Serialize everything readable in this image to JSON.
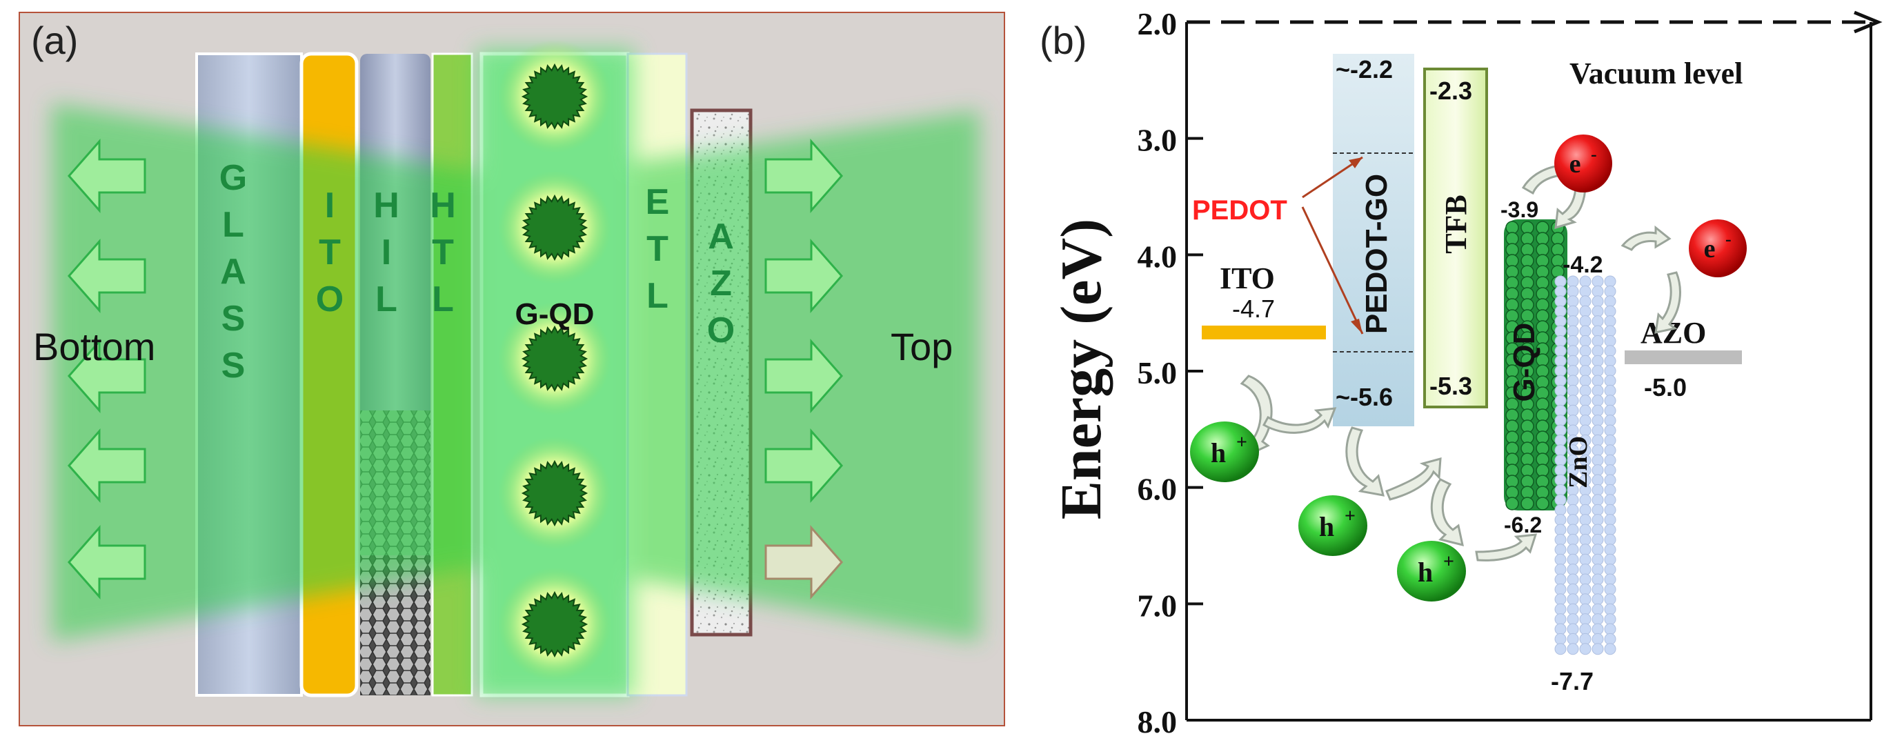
{
  "panel_a": {
    "label": "(a)",
    "side_labels": {
      "bottom": "Bottom",
      "top": "Top"
    },
    "layers": [
      {
        "id": "glass",
        "letters": [
          "G",
          "L",
          "A",
          "S",
          "S"
        ]
      },
      {
        "id": "ito",
        "letters": [
          "I",
          "T",
          "O"
        ]
      },
      {
        "id": "hil",
        "letters": [
          "H",
          "I",
          "L"
        ]
      },
      {
        "id": "htl",
        "letters": [
          "H",
          "T",
          "L"
        ]
      },
      {
        "id": "gqd",
        "label": "G-QD"
      },
      {
        "id": "etl",
        "letters": [
          "E",
          "T",
          "L"
        ]
      },
      {
        "id": "azo",
        "letters": [
          "A",
          "Z",
          "O"
        ]
      }
    ]
  },
  "panel_b": {
    "label": "(b)",
    "ylabel": "Energy (eV)",
    "yticks": [
      "2.0",
      "3.0",
      "4.0",
      "5.0",
      "6.0",
      "7.0",
      "8.0"
    ],
    "ylim": [
      2.0,
      8.0
    ],
    "vacuum_label": "Vacuum level",
    "pedot_label": "PEDOT",
    "materials": [
      {
        "name": "ITO",
        "level": "-4.7"
      },
      {
        "name": "PEDOT-GO",
        "top": "~-2.2",
        "bottom": "~-5.6"
      },
      {
        "name": "TFB",
        "top": "-2.3",
        "bottom": "-5.3"
      },
      {
        "name": "G-QD",
        "top": "-3.9",
        "bottom": "-6.2"
      },
      {
        "name": "ZnO",
        "top": "-4.2",
        "bottom": "-7.7"
      },
      {
        "name": "AZO",
        "level": "-5.0"
      }
    ],
    "carriers": {
      "electron": "e",
      "electron_sup": "-",
      "hole": "h",
      "hole_sup": "+"
    }
  },
  "colors": {
    "green_glow": "#2fd04a",
    "dot_green": "#1f7d24",
    "ito_orange": "#f6b800",
    "pedot_red": "#ff2020",
    "arrow_brown": "#b04020"
  }
}
